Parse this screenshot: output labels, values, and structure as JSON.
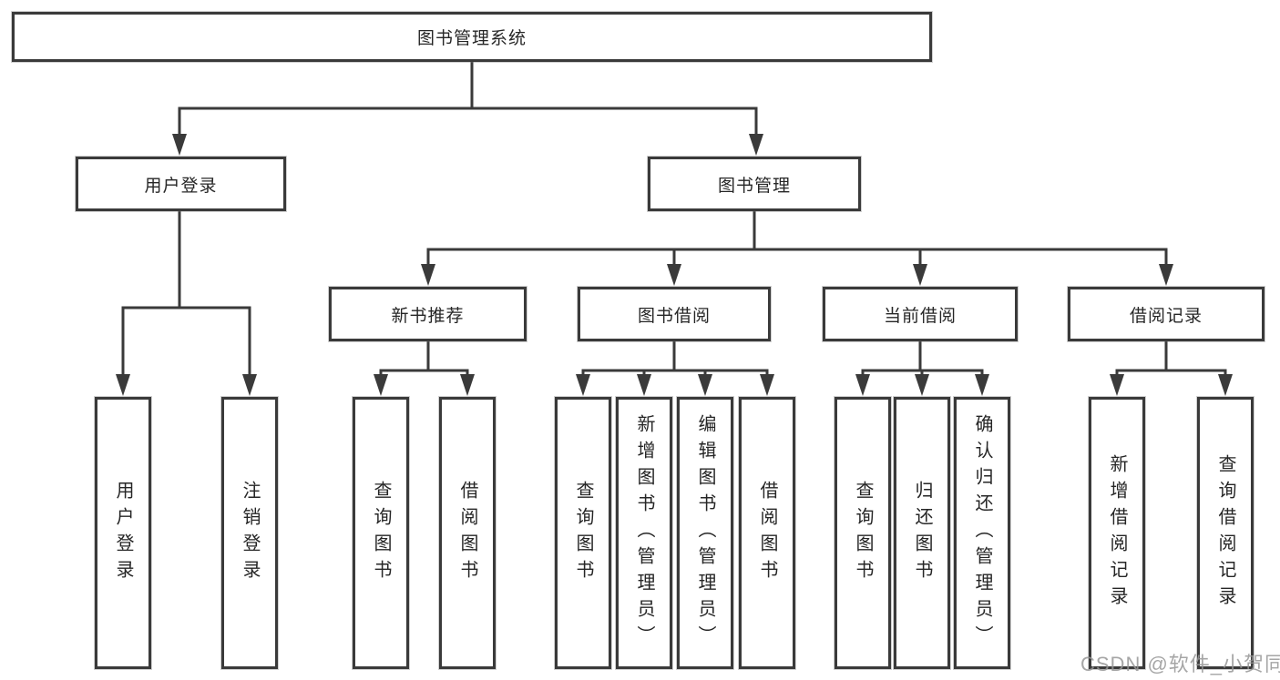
{
  "diagram": {
    "type": "hierarchy",
    "root": {
      "label": "图书管理系统"
    },
    "level2": [
      {
        "label": "用户登录"
      },
      {
        "label": "图书管理"
      }
    ],
    "level3": [
      {
        "label": "新书推荐",
        "parent": "图书管理"
      },
      {
        "label": "图书借阅",
        "parent": "图书管理"
      },
      {
        "label": "当前借阅",
        "parent": "图书管理"
      },
      {
        "label": "借阅记录",
        "parent": "图书管理"
      }
    ],
    "leaves": [
      {
        "label": "用户登录",
        "parent": "用户登录"
      },
      {
        "label": "注销登录",
        "parent": "用户登录"
      },
      {
        "label": "查询图书",
        "parent": "新书推荐"
      },
      {
        "label": "借阅图书",
        "parent": "新书推荐"
      },
      {
        "label": "查询图书",
        "parent": "图书借阅"
      },
      {
        "label": "新增图书（管理员）",
        "parent": "图书借阅"
      },
      {
        "label": "编辑图书（管理员）",
        "parent": "图书借阅"
      },
      {
        "label": "借阅图书",
        "parent": "图书借阅"
      },
      {
        "label": "查询图书",
        "parent": "当前借阅"
      },
      {
        "label": "归还图书",
        "parent": "当前借阅"
      },
      {
        "label": "确认归还（管理员）",
        "parent": "当前借阅"
      },
      {
        "label": "新增借阅记录",
        "parent": "借阅记录"
      },
      {
        "label": "查询借阅记录",
        "parent": "借阅记录"
      }
    ]
  },
  "watermark": "CSDN @软件_小贺同学",
  "colors": {
    "line": "#3a3a3a",
    "box_border": "#3a3a3a",
    "text": "#262626",
    "watermark": "#969696",
    "background": "#ffffff"
  }
}
